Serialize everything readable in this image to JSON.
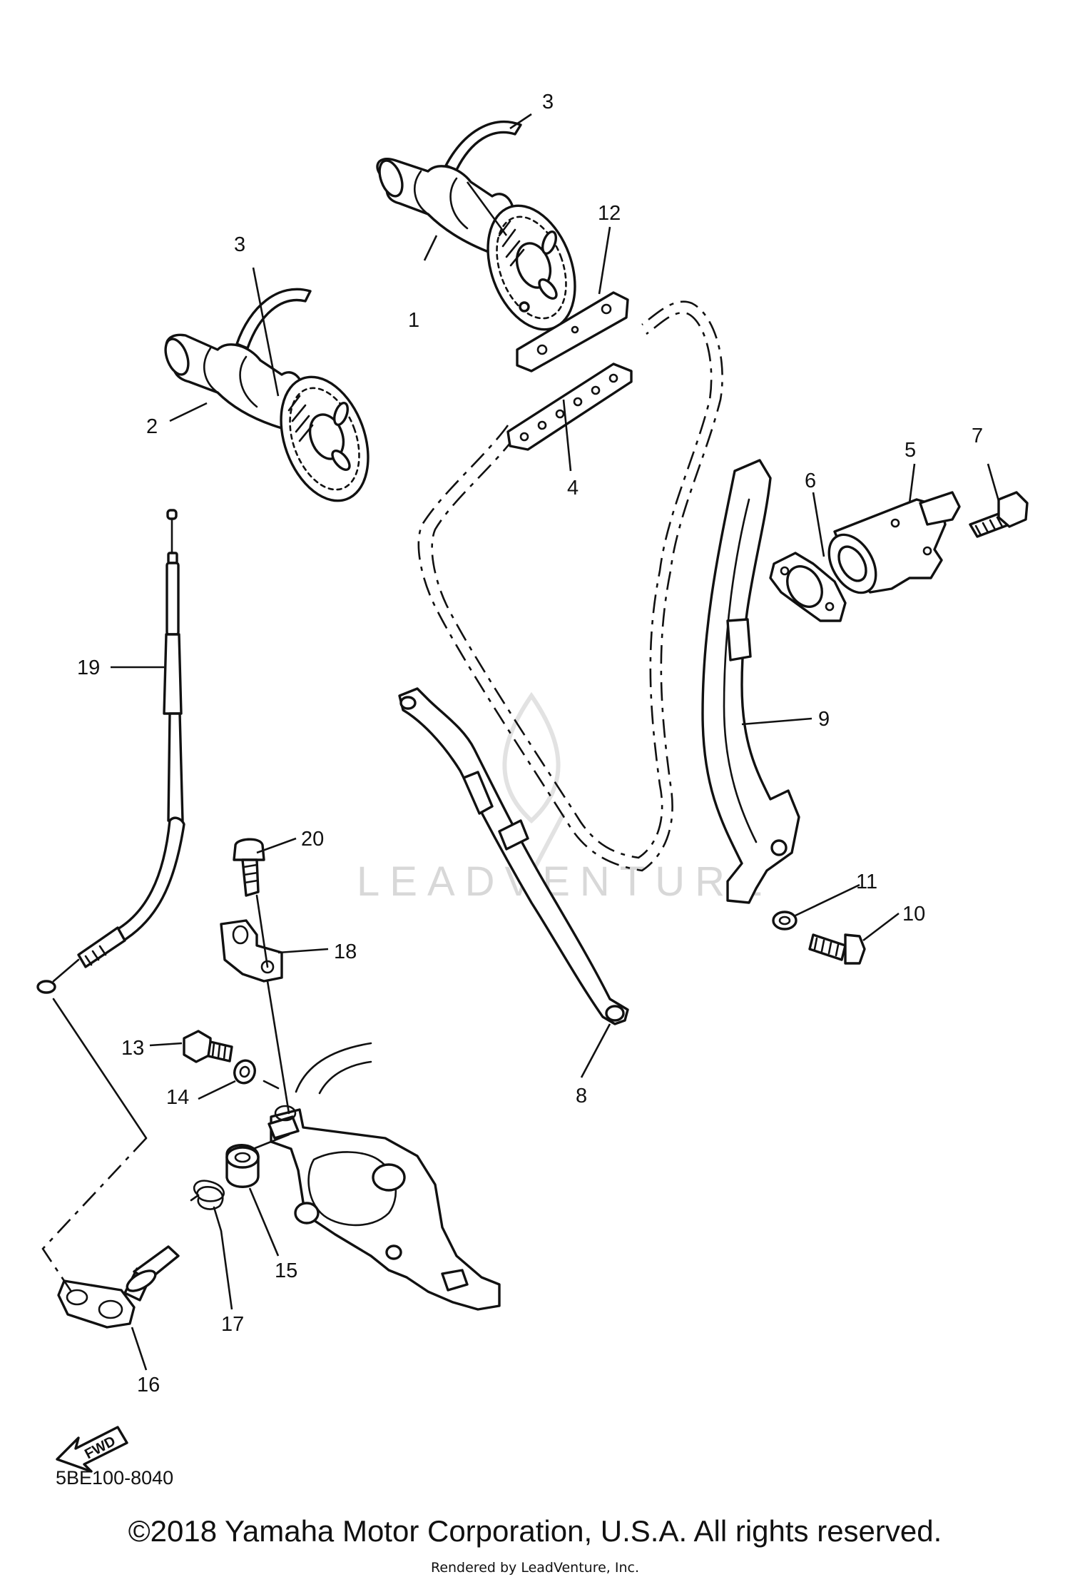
{
  "diagram": {
    "code": "5BE100-8040",
    "direction_label": "FWD",
    "watermark": "LEADVENTURE",
    "copyright": "©2018 Yamaha Motor Corporation, U.S.A. All rights reserved.",
    "rendered_by": "Rendered by LeadVenture, Inc.",
    "callouts": [
      {
        "id": "c1",
        "label": "1"
      },
      {
        "id": "c2",
        "label": "2"
      },
      {
        "id": "c3a",
        "label": "3"
      },
      {
        "id": "c3b",
        "label": "3"
      },
      {
        "id": "c4",
        "label": "4"
      },
      {
        "id": "c5",
        "label": "5"
      },
      {
        "id": "c6",
        "label": "6"
      },
      {
        "id": "c7",
        "label": "7"
      },
      {
        "id": "c8",
        "label": "8"
      },
      {
        "id": "c9",
        "label": "9"
      },
      {
        "id": "c10",
        "label": "10"
      },
      {
        "id": "c11",
        "label": "11"
      },
      {
        "id": "c12",
        "label": "12"
      },
      {
        "id": "c13",
        "label": "13"
      },
      {
        "id": "c14",
        "label": "14"
      },
      {
        "id": "c15",
        "label": "15"
      },
      {
        "id": "c16",
        "label": "16"
      },
      {
        "id": "c17",
        "label": "17"
      },
      {
        "id": "c18",
        "label": "18"
      },
      {
        "id": "c19",
        "label": "19"
      },
      {
        "id": "c20",
        "label": "20"
      }
    ]
  }
}
